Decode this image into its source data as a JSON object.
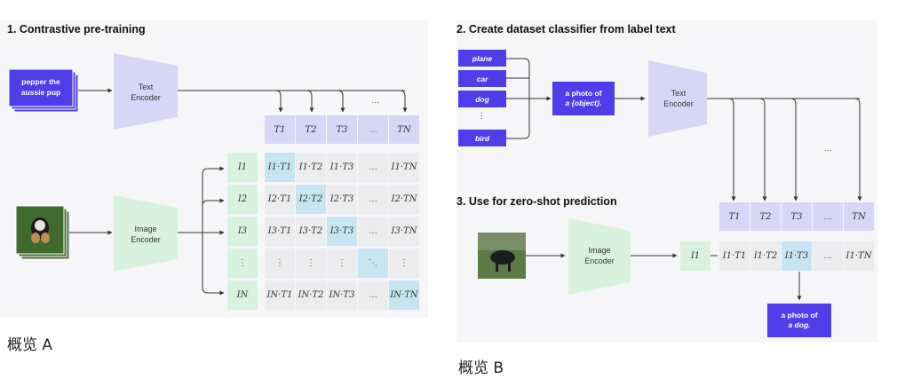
{
  "panelA": {
    "title": "1. Contrastive pre-training",
    "text_input": [
      "pepper the",
      "aussie pup"
    ],
    "text_encoder": [
      "Text",
      "Encoder"
    ],
    "image_encoder": [
      "Image",
      "Encoder"
    ],
    "t_headers": [
      "T1",
      "T2",
      "T3",
      "…",
      "TN"
    ],
    "i_labels": [
      "I1",
      "I2",
      "I3",
      "⋮",
      "IN"
    ],
    "ellipsis_top": "…",
    "matrix": [
      [
        "I1·T1",
        "I1·T2",
        "I1·T3",
        "…",
        "I1·TN"
      ],
      [
        "I2·T1",
        "I2·T2",
        "I2·T3",
        "…",
        "I2·TN"
      ],
      [
        "I3·T1",
        "I3·T2",
        "I3·T3",
        "…",
        "I3·TN"
      ],
      [
        "⋮",
        "⋮",
        "⋮",
        "⋱",
        "⋮"
      ],
      [
        "IN·T1",
        "IN·T2",
        "IN·T3",
        "…",
        "IN·TN"
      ]
    ],
    "caption": "概览 A",
    "colors": {
      "diag": "#c6e5f3",
      "cell": "#ececee",
      "ilabel": "#d8f3dd",
      "theader": "#d8d6f7"
    }
  },
  "panelB": {
    "title2": "2. Create dataset classifier from label text",
    "labels": [
      "plane",
      "car",
      "dog",
      "⋮",
      "bird"
    ],
    "template_pre": "a photo of",
    "template_obj": "a {object}.",
    "text_encoder": [
      "Text",
      "Encoder"
    ],
    "t_headers": [
      "T1",
      "T2",
      "T3",
      "…",
      "TN"
    ],
    "ellipsis_mid": "…",
    "title3": "3. Use for zero-shot prediction",
    "image_encoder": [
      "Image",
      "Encoder"
    ],
    "i1": "I1",
    "row": [
      "I1·T1",
      "I1·T2",
      "I1·T3",
      "…",
      "I1·TN"
    ],
    "result_pre": "a photo of",
    "result_obj": "a dog.",
    "caption": "概览 B",
    "colors": {
      "accent": "#4f3dea",
      "highlight": "#c6e5f3"
    }
  }
}
